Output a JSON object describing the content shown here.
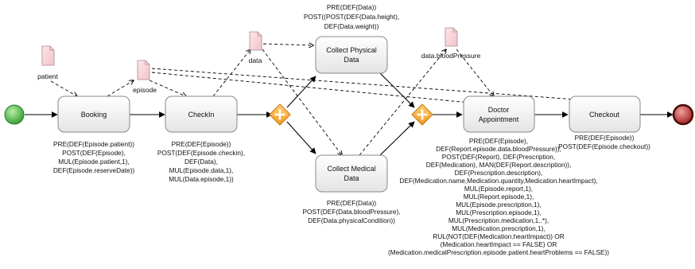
{
  "tasks": {
    "booking": "Booking",
    "checkin": "CheckIn",
    "collect_physical": [
      "Collect Physical",
      "Data"
    ],
    "collect_medical": [
      "Collect Medical",
      "Data"
    ],
    "doctor": [
      "Doctor",
      "Appointment"
    ],
    "checkout": "Checkout"
  },
  "data_objects": {
    "patient": "patient",
    "episode": "episode",
    "data": "data",
    "blood_pressure": "data.bloodPressure"
  },
  "annotations": {
    "booking": [
      "PRE(DEF(Episode.patient))",
      "POST(DEF(Episode),",
      "MUL(Episode.patient,1),",
      "DEF(Episode.reserveDate))"
    ],
    "checkin": [
      "PRE(DEF(Episode))",
      "POST(DEF(Episode.checkin),",
      "DEF(Data),",
      "MUL(Episode.data,1),",
      "MUL(Data.episode,1))"
    ],
    "collect_physical": [
      "PRE(DEF(Data))",
      "POST((POST(DEF(Data.height),",
      "DEF(Data.weight))"
    ],
    "collect_medical": [
      "PRE(DEF(Data))",
      "POST(DEF(Data.bloodPressure),",
      "DEF(Data.physicalCondition))"
    ],
    "doctor": [
      "PRE(DEF(Episode),",
      "DEF(Report.episode.data.bloodPressure)),",
      "POST(DEF(Report), DEF(Prescription,",
      "DEF(Medication), MAN(DEF(Report.description)),",
      "DEF(Prescription.description),",
      "DEF(Medication.name,Medication.quantity,Medication.heartImpact),",
      "MUL(Episode.report,1),",
      "MUL(Report.episode,1),",
      "MUL(Episode.prescription,1),",
      "MUL(Prescription.episode,1),",
      "MUL(Prescription.medication,1..*),",
      "MUL(Medication.prescription,1),",
      "RUL(NOT(DEF(Medication.heartImpact)) OR",
      "(Medication.heartImpact == FALSE) OR",
      "(Medication.medicalPrescription.episode.patient.heartProblems == FALSE))"
    ],
    "checkout": [
      "PRE(DEF(Episode))",
      "POST(DEF(Episode.checkout))"
    ]
  },
  "colors": {
    "start": "#3cb043",
    "end": "#b22222",
    "gateway": "#f5a623",
    "data_object": "#f7d5d8"
  },
  "icons": {
    "start_event": "start-event-circle",
    "end_event": "end-event-circle",
    "gateway": "parallel-gateway-plus",
    "data_object": "data-object-page"
  }
}
